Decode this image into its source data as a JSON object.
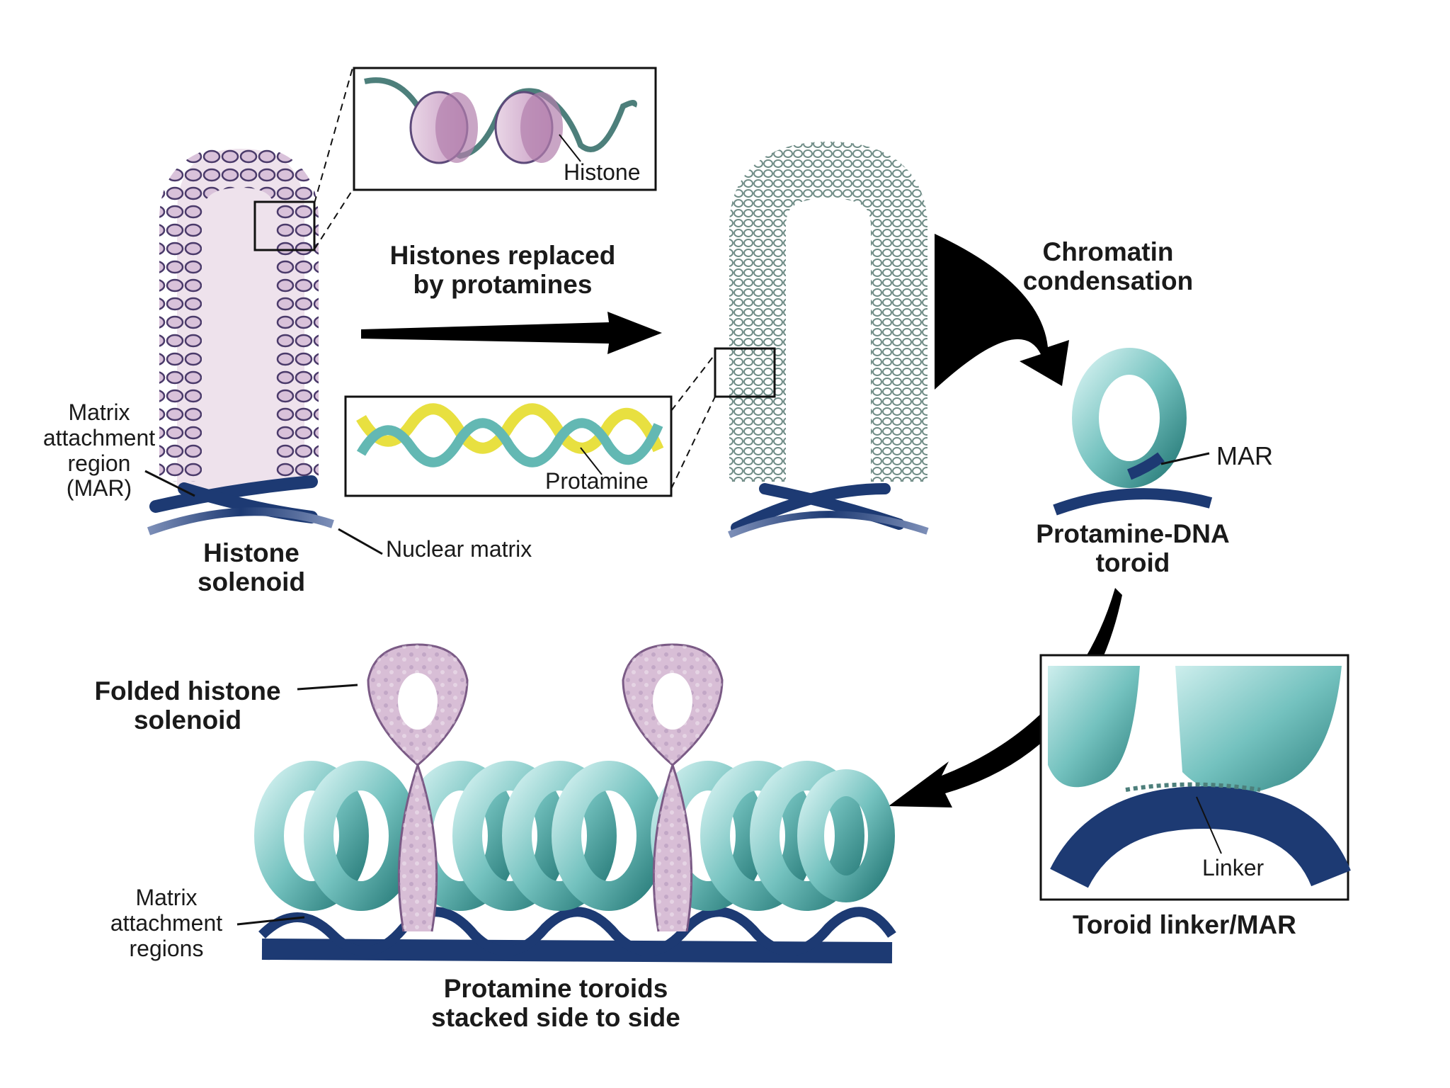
{
  "labels": {
    "histone": "Histone",
    "histones_replaced_1": "Histones replaced",
    "histones_replaced_2": "by protamines",
    "chromatin_condensation_1": "Chromatin",
    "chromatin_condensation_2": "condensation",
    "mar_left_1": "Matrix",
    "mar_left_2": "attachment",
    "mar_left_3": "region",
    "mar_left_4": "(MAR)",
    "histone_solenoid_1": "Histone",
    "histone_solenoid_2": "solenoid",
    "nuclear_matrix": "Nuclear matrix",
    "protamine": "Protamine",
    "mar": "MAR",
    "toroid_1": "Protamine-DNA",
    "toroid_2": "toroid",
    "folded_1": "Folded histone",
    "folded_2": "solenoid",
    "mar_bottom_1": "Matrix",
    "mar_bottom_2": "attachment",
    "mar_bottom_3": "regions",
    "linker": "Linker",
    "toroid_linker": "Toroid linker/MAR",
    "stacked_1": "Protamine toroids",
    "stacked_2": "stacked side to side"
  },
  "colors": {
    "histone_fill": "#c9a9c6",
    "histone_dark": "#5d4a7a",
    "protamine_teal": "#7fc7c4",
    "teal_dark": "#2f8a88",
    "matrix_navy": "#1d3a73",
    "arrow": "#000000",
    "dna_yellow": "#e8e040"
  }
}
